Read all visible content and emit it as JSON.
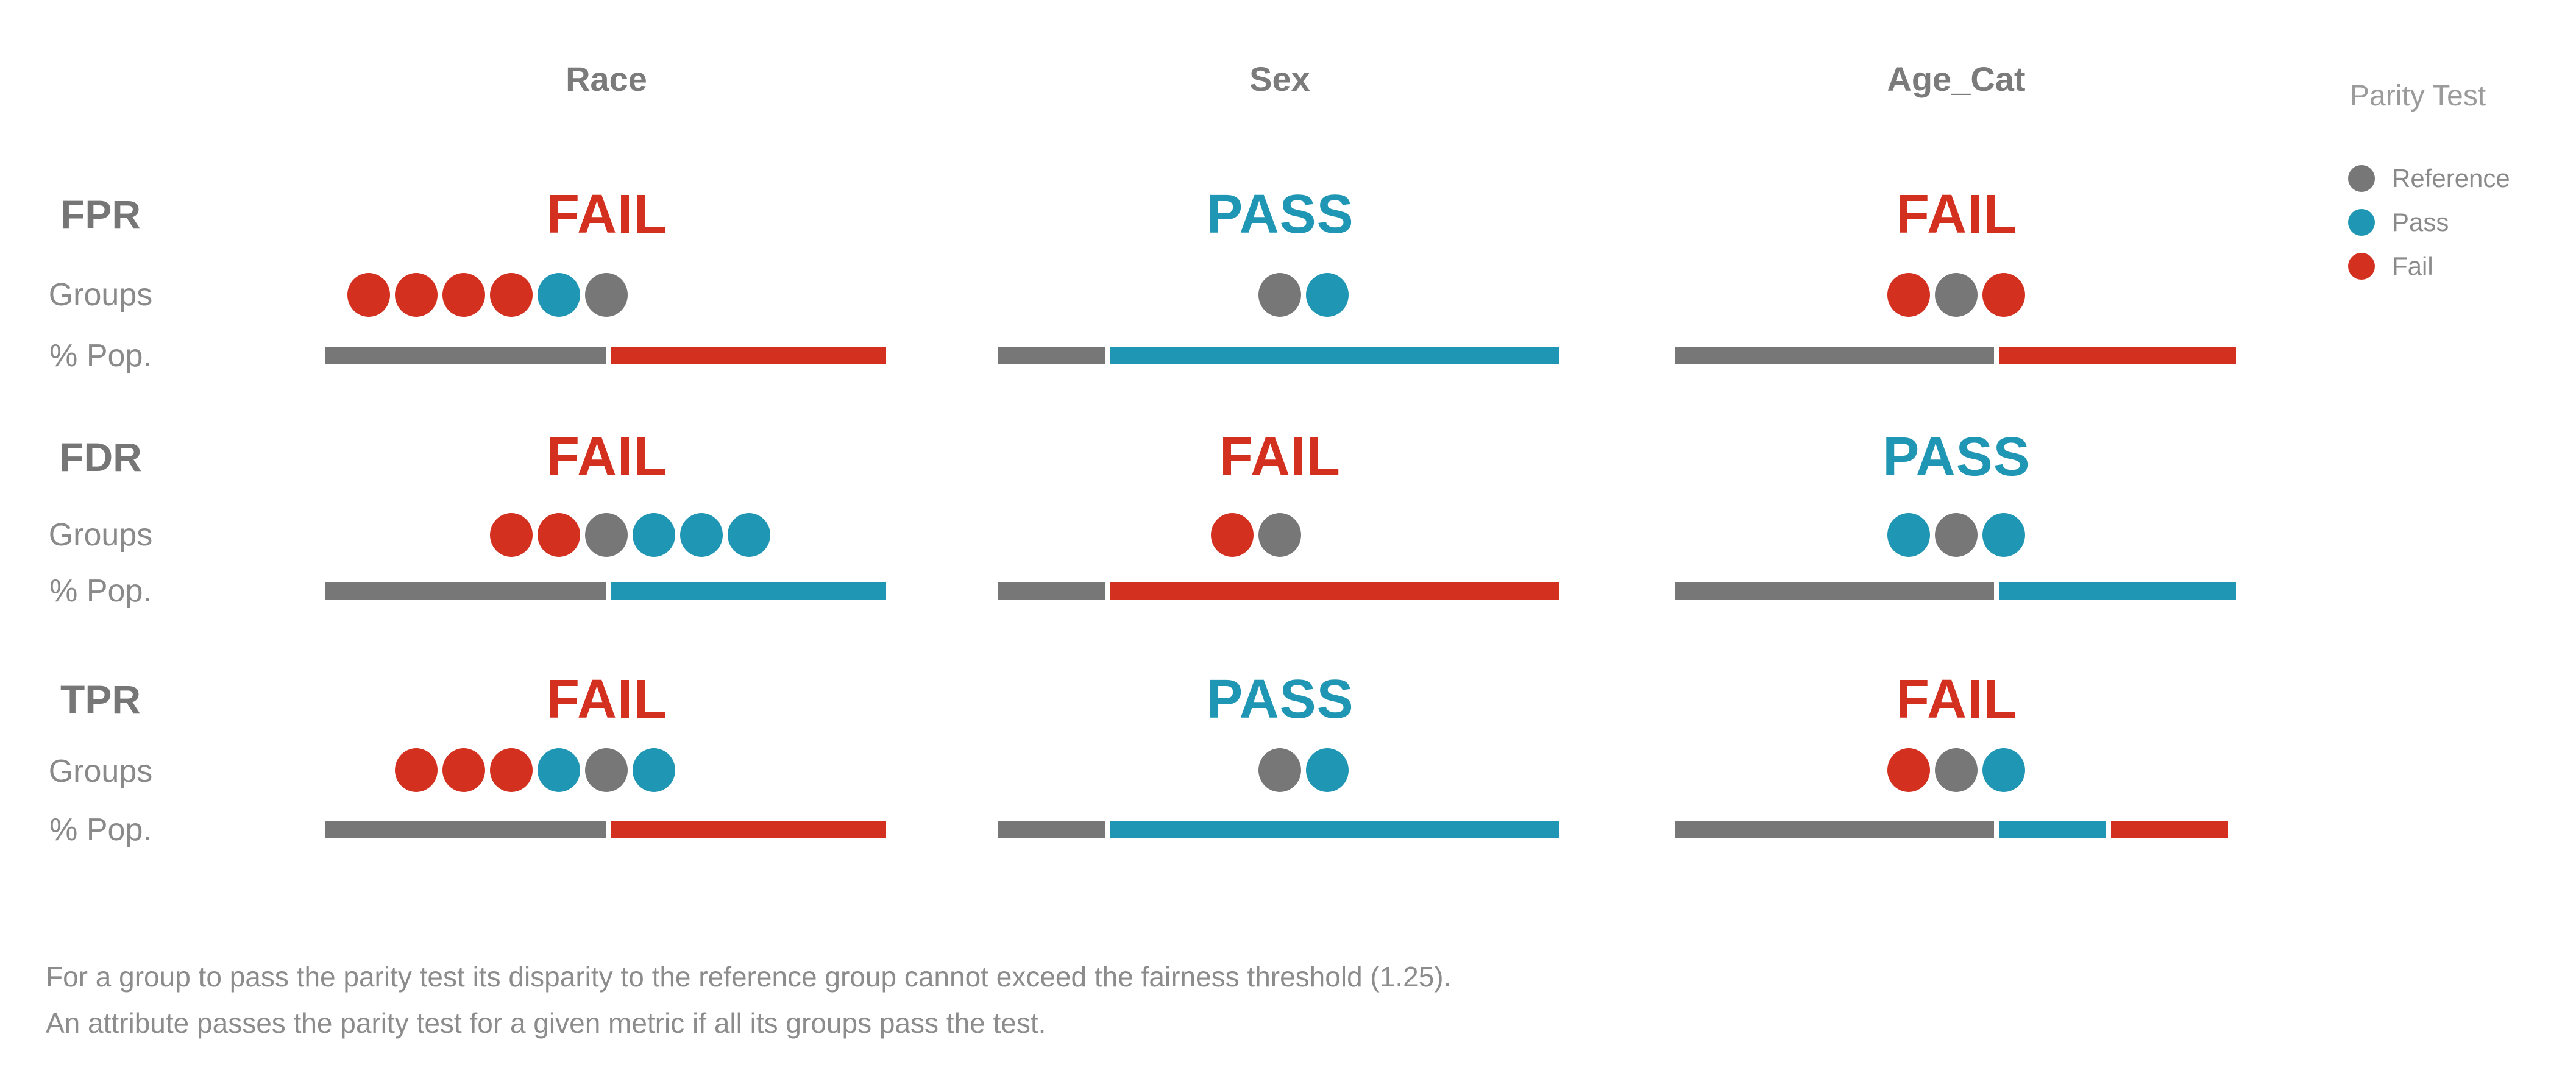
{
  "colors": {
    "ref": "#777777",
    "pass": "#1F96B4",
    "fail": "#D4301F"
  },
  "side": {
    "groups_label": "Groups",
    "pop_label": "% Pop."
  },
  "legend": {
    "title": "Parity Test",
    "items": [
      {
        "label": "Reference",
        "status": "ref"
      },
      {
        "label": "Pass",
        "status": "pass"
      },
      {
        "label": "Fail",
        "status": "fail"
      }
    ]
  },
  "chart_data": {
    "type": "table",
    "columns": [
      "Race",
      "Sex",
      "Age_Cat"
    ],
    "rows": [
      "FPR",
      "FDR",
      "TPR"
    ],
    "fairness_threshold": 1.25,
    "results": [
      [
        "FAIL",
        "PASS",
        "FAIL"
      ],
      [
        "FAIL",
        "FAIL",
        "PASS"
      ],
      [
        "FAIL",
        "PASS",
        "FAIL"
      ]
    ],
    "cells": [
      {
        "metric": "FPR",
        "attribute": "Race",
        "result": "FAIL",
        "groups": [
          "fail",
          "fail",
          "fail",
          "fail",
          "pass",
          "ref"
        ],
        "pop_segments": [
          {
            "status": "ref",
            "pct": 50.5
          },
          {
            "status": "fail",
            "pct": 49.5
          }
        ]
      },
      {
        "metric": "FPR",
        "attribute": "Sex",
        "result": "PASS",
        "groups": [
          "ref",
          "pass"
        ],
        "pop_segments": [
          {
            "status": "ref",
            "pct": 19.6
          },
          {
            "status": "pass",
            "pct": 80.4
          }
        ]
      },
      {
        "metric": "FPR",
        "attribute": "Age_Cat",
        "result": "FAIL",
        "groups": [
          "fail",
          "ref",
          "fail"
        ],
        "pop_segments": [
          {
            "status": "ref",
            "pct": 57.3
          },
          {
            "status": "fail",
            "pct": 42.7
          }
        ]
      },
      {
        "metric": "FDR",
        "attribute": "Race",
        "result": "FAIL",
        "groups": [
          "fail",
          "fail",
          "ref",
          "pass",
          "pass",
          "pass"
        ],
        "pop_segments": [
          {
            "status": "ref",
            "pct": 50.5
          },
          {
            "status": "pass",
            "pct": 49.5
          }
        ]
      },
      {
        "metric": "FDR",
        "attribute": "Sex",
        "result": "FAIL",
        "groups": [
          "fail",
          "ref"
        ],
        "pop_segments": [
          {
            "status": "ref",
            "pct": 19.6
          },
          {
            "status": "fail",
            "pct": 80.4
          }
        ]
      },
      {
        "metric": "FDR",
        "attribute": "Age_Cat",
        "result": "PASS",
        "groups": [
          "pass",
          "ref",
          "pass"
        ],
        "pop_segments": [
          {
            "status": "ref",
            "pct": 57.3
          },
          {
            "status": "pass",
            "pct": 42.7
          }
        ]
      },
      {
        "metric": "TPR",
        "attribute": "Race",
        "result": "FAIL",
        "groups": [
          "fail",
          "fail",
          "fail",
          "pass",
          "ref",
          "pass"
        ],
        "pop_segments": [
          {
            "status": "ref",
            "pct": 50.5
          },
          {
            "status": "fail",
            "pct": 49.5
          }
        ]
      },
      {
        "metric": "TPR",
        "attribute": "Sex",
        "result": "PASS",
        "groups": [
          "ref",
          "pass"
        ],
        "pop_segments": [
          {
            "status": "ref",
            "pct": 19.6
          },
          {
            "status": "pass",
            "pct": 80.4
          }
        ]
      },
      {
        "metric": "TPR",
        "attribute": "Age_Cat",
        "result": "FAIL",
        "groups": [
          "fail",
          "ref",
          "pass"
        ],
        "pop_segments": [
          {
            "status": "ref",
            "pct": 57.3
          },
          {
            "status": "pass",
            "pct": 19.7
          },
          {
            "status": "fail",
            "pct": 21.4
          }
        ]
      }
    ]
  },
  "footnote": {
    "line1": "For a group to pass the parity test its disparity to the reference group cannot exceed the fairness threshold (1.25).",
    "line2": "An attribute passes the parity test for a given metric if all its groups pass the test."
  }
}
